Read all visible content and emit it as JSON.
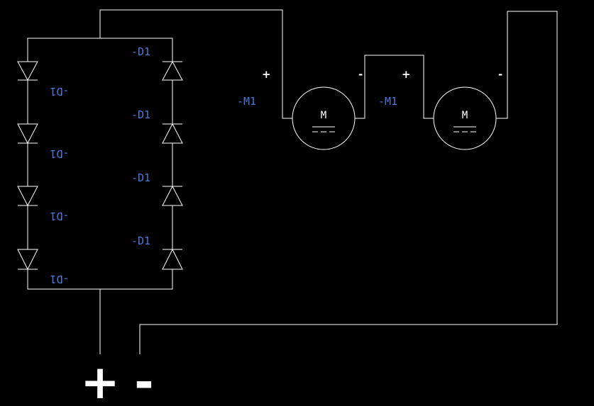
{
  "background": "#000000",
  "wire_color": "#ffffff",
  "ref_color": "#4a78d8",
  "diodes": {
    "right_column": [
      "-D1",
      "-D1",
      "-D1",
      "-D1"
    ],
    "left_column_mirrored": [
      "-D1",
      "-D1",
      "-D1",
      "-D1"
    ]
  },
  "motors": [
    {
      "ref": "-M1",
      "symbol": "M",
      "plus": "+",
      "minus": "-"
    },
    {
      "ref": "-M1",
      "symbol": "M",
      "plus": "+",
      "minus": "-"
    }
  ],
  "supply": {
    "plus": "+",
    "minus": "-"
  }
}
